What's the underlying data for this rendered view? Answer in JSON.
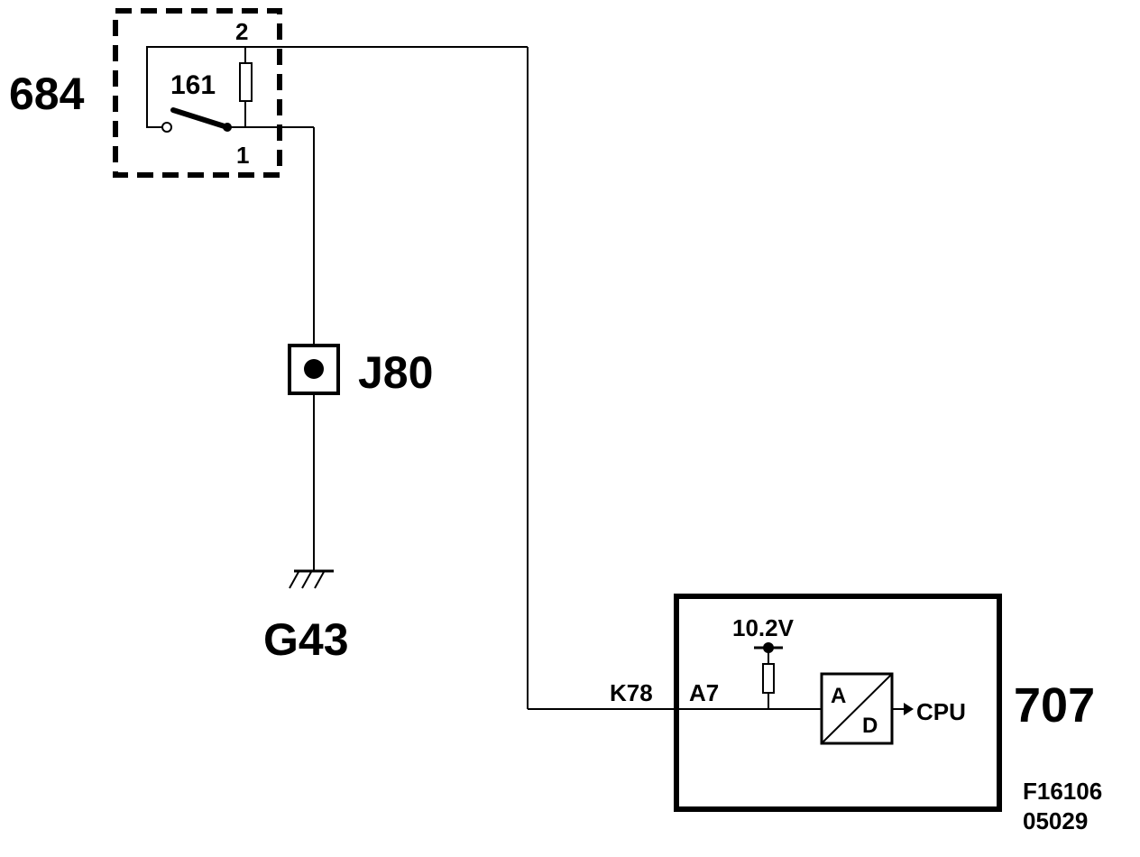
{
  "components": {
    "sensor": {
      "id": "684",
      "switch_label": "161",
      "pin_top": "2",
      "pin_bottom": "1"
    },
    "connector": {
      "id": "J80"
    },
    "ground": {
      "id": "G43"
    },
    "control_module": {
      "id": "707",
      "pin_harness": "K78",
      "pin_module": "A7",
      "supply_voltage": "10.2V",
      "converter_a": "A",
      "converter_d": "D",
      "output": "CPU"
    }
  },
  "figure_ref": {
    "line1": "F16106",
    "line2": "05029"
  }
}
